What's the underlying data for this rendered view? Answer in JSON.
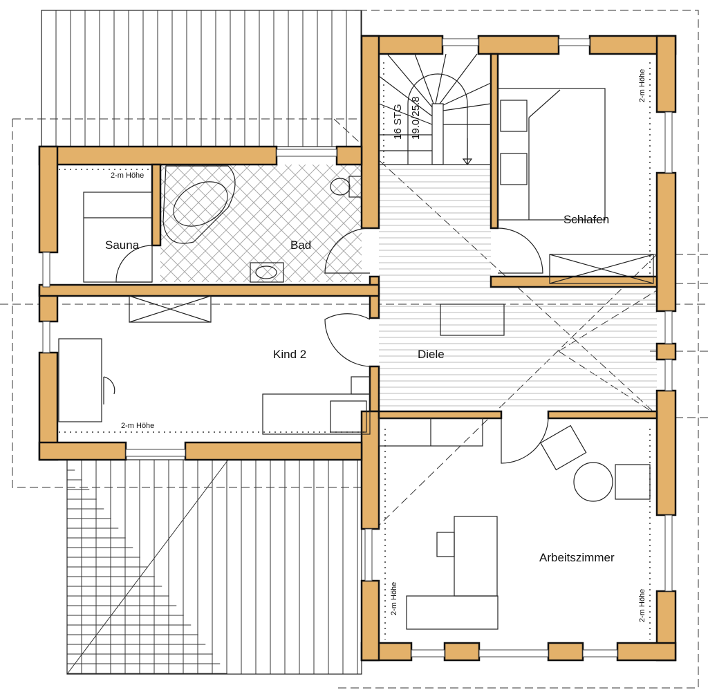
{
  "colors": {
    "wall": "#E3B16A",
    "line": "#111111",
    "background": "#ffffff"
  },
  "rooms": {
    "sauna": "Sauna",
    "bad": "Bad",
    "kind2": "Kind 2",
    "diele": "Diele",
    "schlafen": "Schlafen",
    "arbeitszimmer": "Arbeitszimmer"
  },
  "stairs": {
    "steps": "16 STG",
    "ratio": "19.0/25.8"
  },
  "height_notes": {
    "sauna": "2-m Höhe",
    "kind2": "2-m Höhe",
    "schlafen": "2-m Höhe",
    "arbeitszimmer_left": "2-m Höhe",
    "arbeitszimmer_right": "2-m Höhe"
  }
}
